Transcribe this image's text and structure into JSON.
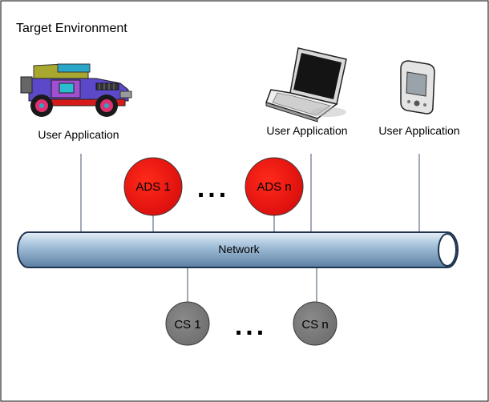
{
  "diagram": {
    "title": "Target Environment",
    "network_label": "Network",
    "clients": [
      {
        "label": "User Application",
        "icon": "jeep-icon"
      },
      {
        "label": "User Application",
        "icon": "laptop-icon"
      },
      {
        "label": "User Application",
        "icon": "pda-icon"
      }
    ],
    "ads_nodes": [
      {
        "label": "ADS 1"
      },
      {
        "label": "ADS n"
      }
    ],
    "cs_nodes": [
      {
        "label": "CS 1"
      },
      {
        "label": "CS n"
      }
    ],
    "ellipsis": "...",
    "colors": {
      "ads_fill": "#e01010",
      "cs_fill": "#808080",
      "network_fill": "#a8c4dc",
      "network_stroke": "#1f3550"
    }
  }
}
